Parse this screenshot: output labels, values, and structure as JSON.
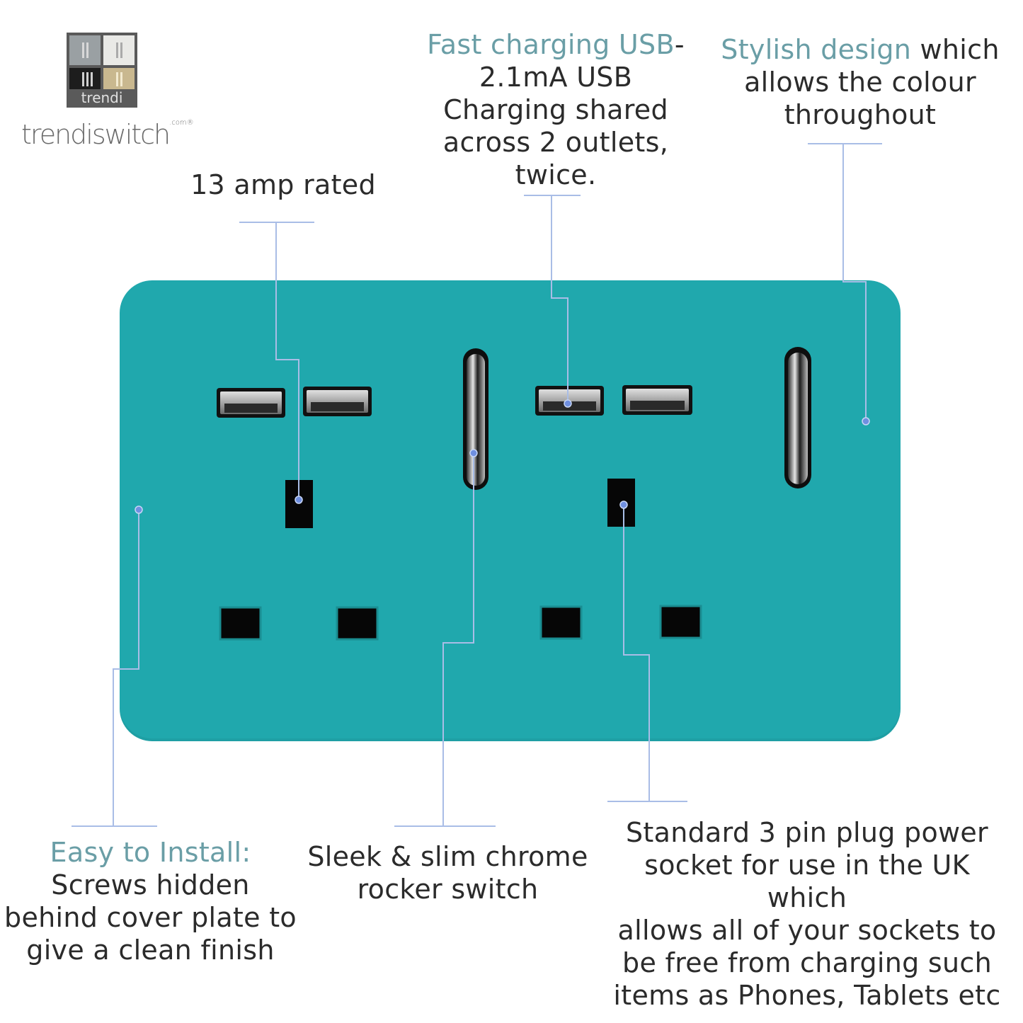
{
  "brand": {
    "logo_mark_text": "trendi",
    "wordmark": "trendiswitch",
    "superscript": ".com®"
  },
  "colors": {
    "plate": "#20a8ad",
    "accent_text": "#6a9ea6",
    "callout_line": "#a9bde6",
    "callout_dot": "#6f8fe0"
  },
  "captions": {
    "amp": {
      "text": "13 amp rated"
    },
    "usb": {
      "accent": "Fast charging USB",
      "line1_rest": "-",
      "line2": "2.1mA USB",
      "line3": "Charging shared",
      "line4": "across 2 outlets,",
      "line5": "twice."
    },
    "design": {
      "accent": "Stylish design",
      "line1_rest": " which",
      "line2": "allows the colour",
      "line3": "throughout"
    },
    "install": {
      "accent": "Easy to Install:",
      "line2": "Screws hidden",
      "line3": "behind cover plate to",
      "line4": "give a clean finish"
    },
    "rocker": {
      "line1": "Sleek & slim chrome",
      "line2": "rocker switch"
    },
    "socket": {
      "line1": "Standard 3 pin plug power",
      "line2": "socket for use in the UK which",
      "line3": "allows all of your sockets to",
      "line4": "be free from charging such",
      "line5": "items as Phones, Tablets etc"
    }
  }
}
